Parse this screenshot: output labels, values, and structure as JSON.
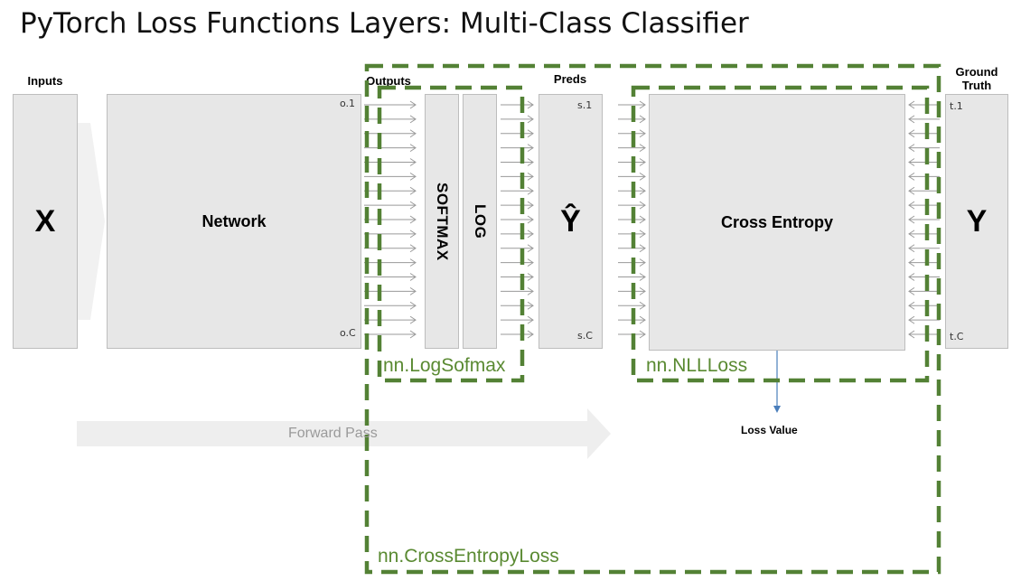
{
  "title": "PyTorch Loss Functions Layers: Multi-Class Classifier",
  "headers": {
    "inputs": "Inputs",
    "outputs": "Outputs",
    "preds": "Preds",
    "ground_truth": "Ground Truth"
  },
  "blocks": {
    "x": "X",
    "network": "Network",
    "softmax": "SOFTMAX",
    "log": "LOG",
    "y_hat": "Ŷ",
    "cross_entropy": "Cross Entropy",
    "y": "Y"
  },
  "indices": {
    "o_first": "o.1",
    "o_last": "o.C",
    "s_first": "s.1",
    "s_last": "s.C",
    "t_first": "t.1",
    "t_last": "t.C"
  },
  "modules": {
    "log_softmax": "nn.LogSofmax",
    "nll_loss": "nn.NLLLoss",
    "cross_entropy_loss": "nn.CrossEntropyLoss"
  },
  "forward_pass": "Forward Pass",
  "loss_value": "Loss Value",
  "colors": {
    "dashed_border": "#538135",
    "label_green": "#5a8a32",
    "box_fill": "#e7e7e7",
    "arrow_blue": "#4a7ebb"
  }
}
